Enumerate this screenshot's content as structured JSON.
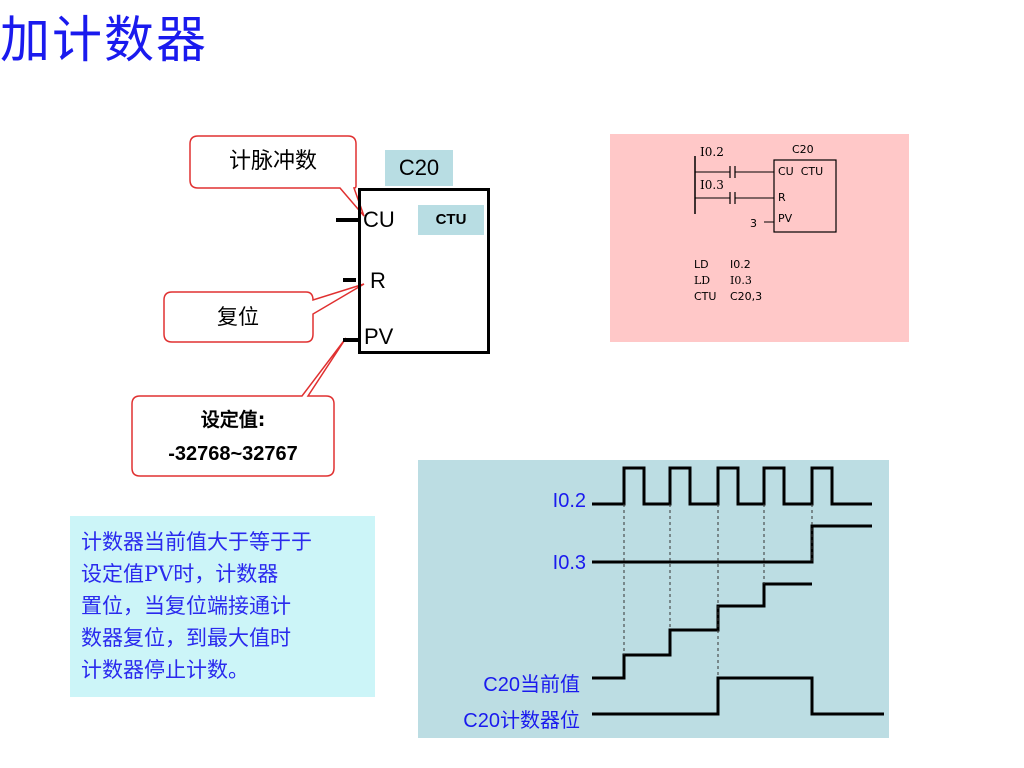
{
  "title": "加计数器",
  "counter_block": {
    "name": "C20",
    "type": "CTU",
    "pins": {
      "cu": "CU",
      "r": "R",
      "pv": "PV"
    }
  },
  "callouts": {
    "count_pulse": "计脉冲数",
    "reset": "复位",
    "preset_label": "设定值:",
    "preset_range": "-32768~32767"
  },
  "ladder_example": {
    "contact_1": "I0.2",
    "contact_2": "I0.3",
    "counter_name": "C20",
    "box_top": "CU  CTU",
    "box_r": "R",
    "box_pv": "PV",
    "pv_value": "3",
    "stl": [
      {
        "op": "LD",
        "arg": "I0.2"
      },
      {
        "op": "LD",
        "arg": "I0.3"
      },
      {
        "op": "CTU",
        "arg": "C20,3"
      }
    ]
  },
  "description": "计数器当前值大于等于设定值PV时，计数器置位，当复位端接通计数器复位，到最大值时计数器停止计数。",
  "description_lines": [
    "计数器当前值大于等于于",
    "设定值PV时，计数器",
    "置位，当复位端接通计",
    "数器复位，到最大值时",
    "计数器停止计数。"
  ],
  "waveform": {
    "labels": [
      "I0.2",
      "I0.3",
      "C20当前值",
      "C20计数器位"
    ]
  },
  "colors": {
    "title": "#1a1aee",
    "accent_box": "#b8dde3",
    "pink_panel": "#ffc8c8",
    "desc_bg": "#ccf5f8",
    "callout_border": "#e03030"
  }
}
